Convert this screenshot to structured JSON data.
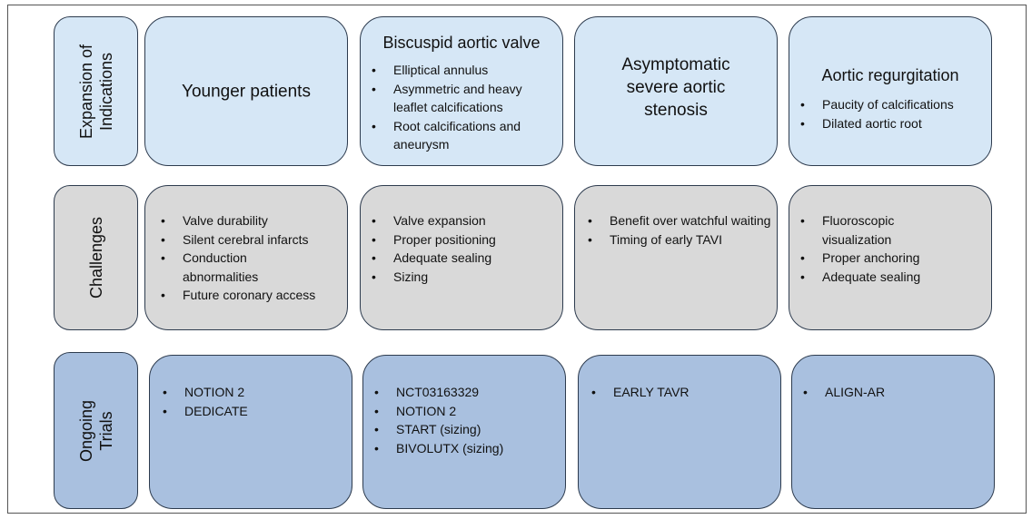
{
  "rows": [
    {
      "label": "Expansion of\nIndications",
      "cells": [
        {
          "title": "Younger patients",
          "items": []
        },
        {
          "title": "Biscuspid aortic valve",
          "items": [
            "Elliptical annulus",
            "Asymmetric and heavy leaflet calcifications",
            "Root calcifications and aneurysm"
          ]
        },
        {
          "title": "Asymptomatic\nsevere aortic\nstenosis",
          "items": []
        },
        {
          "title": "Aortic regurgitation",
          "items": [
            "Paucity of calcifications",
            "Dilated aortic root"
          ]
        }
      ]
    },
    {
      "label": "Challenges",
      "cells": [
        {
          "items": [
            "Valve durability",
            "Silent cerebral infarcts",
            "Conduction abnormalities",
            "Future coronary access"
          ]
        },
        {
          "items": [
            "Valve expansion",
            "Proper positioning",
            "Adequate sealing",
            "Sizing"
          ]
        },
        {
          "items": [
            "Benefit over watchful waiting",
            "Timing of early TAVI"
          ]
        },
        {
          "items": [
            "Fluoroscopic visualization",
            "Proper anchoring",
            "Adequate sealing"
          ]
        }
      ]
    },
    {
      "label": "Ongoing\nTrials",
      "cells": [
        {
          "items": [
            "NOTION 2",
            "DEDICATE"
          ]
        },
        {
          "items": [
            "NCT03163329",
            "NOTION 2",
            "START (sizing)",
            "BIVOLUTX (sizing)"
          ]
        },
        {
          "items": [
            "EARLY TAVR"
          ]
        },
        {
          "items": [
            "ALIGN-AR"
          ]
        }
      ]
    }
  ],
  "colors": {
    "expansion_row": "#d6e7f6",
    "challenges_row": "#d9d9d9",
    "trials_row": "#a9c0df",
    "border": "#2d3b4e"
  }
}
